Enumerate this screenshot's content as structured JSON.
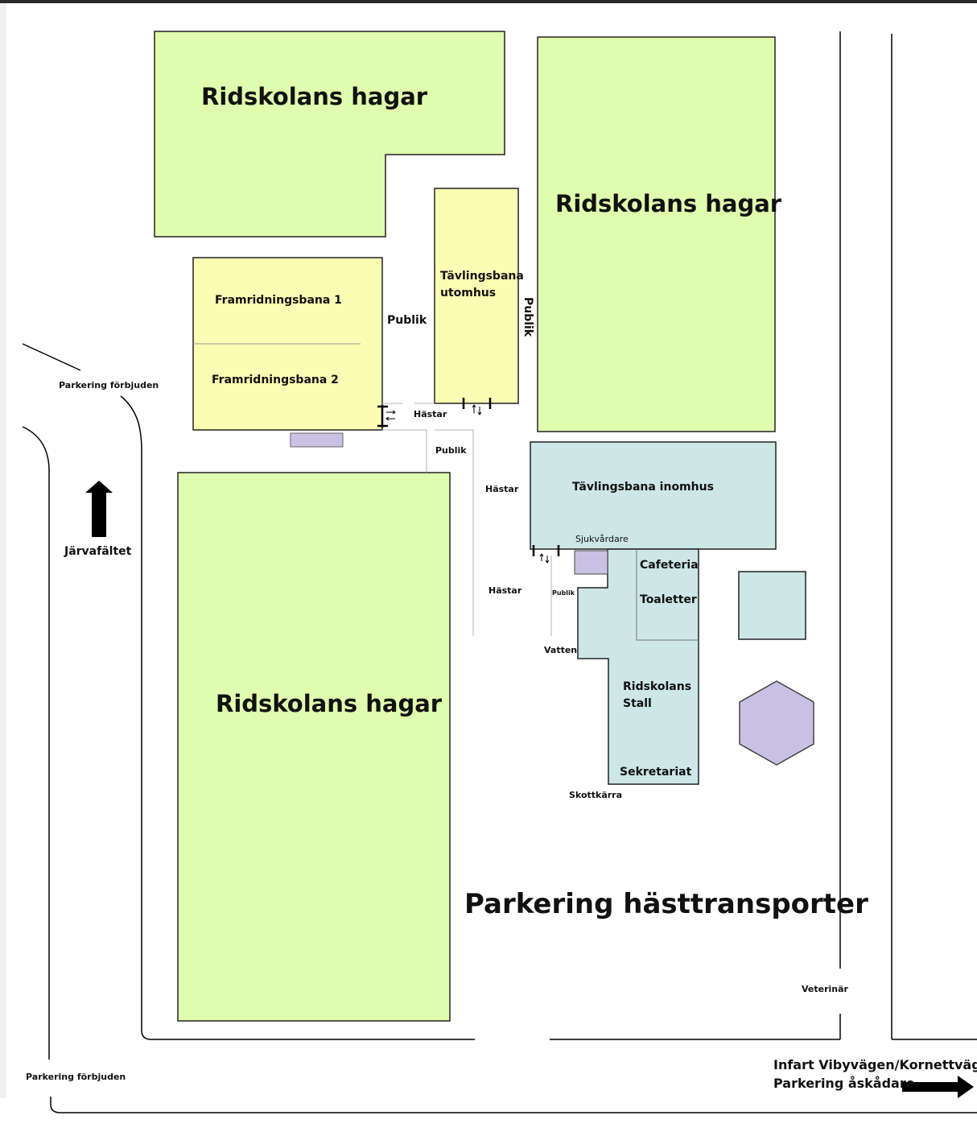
{
  "labels": {
    "hagar_top_left": "Ridskolans hagar",
    "hagar_top_right": "Ridskolans hagar",
    "hagar_bottom": "Ridskolans hagar",
    "framridning_1": "Framridningsbana 1",
    "framridning_2": "Framridningsbana 2",
    "tavling_utomhus_1": "Tävlingsbana",
    "tavling_utomhus_2": "utomhus",
    "publik_1": "Publik",
    "publik_vertical": "Publik",
    "publik_2": "Publik",
    "publik_small": "Publik",
    "hastar_1": "Hästar",
    "hastar_2": "Hästar",
    "hastar_3": "Hästar",
    "tavling_inomhus": "Tävlingsbana inomhus",
    "sjukvardare": "Sjukvårdare",
    "cafeteria": "Cafeteria",
    "toaletter": "Toaletter",
    "vatten": "Vatten",
    "stall_1": "Ridskolans",
    "stall_2": "Stall",
    "sekretariat": "Sekretariat",
    "skottkarra": "Skottkärra",
    "parkering_forbjuden_top": "Parkering förbjuden",
    "parkering_forbjuden_bottom": "Parkering förbjuden",
    "jarvafaltet": "Järvafältet",
    "parkering_hasttransporter": "Parkering hästtransporter",
    "veterinar": "Veterinär",
    "infart": "Infart Vibyvägen/Kornettvägen",
    "parkering_askadare": "Parkering åskådare"
  },
  "colors": {
    "paddock_green": "#e0fcae",
    "arena_yellow": "#fcfcb4",
    "building_blue": "#cde6e6",
    "facility_purple": "#c9c1e4",
    "outline": "#222222",
    "road_line": "#000000",
    "path_line": "#b4b4b4"
  }
}
